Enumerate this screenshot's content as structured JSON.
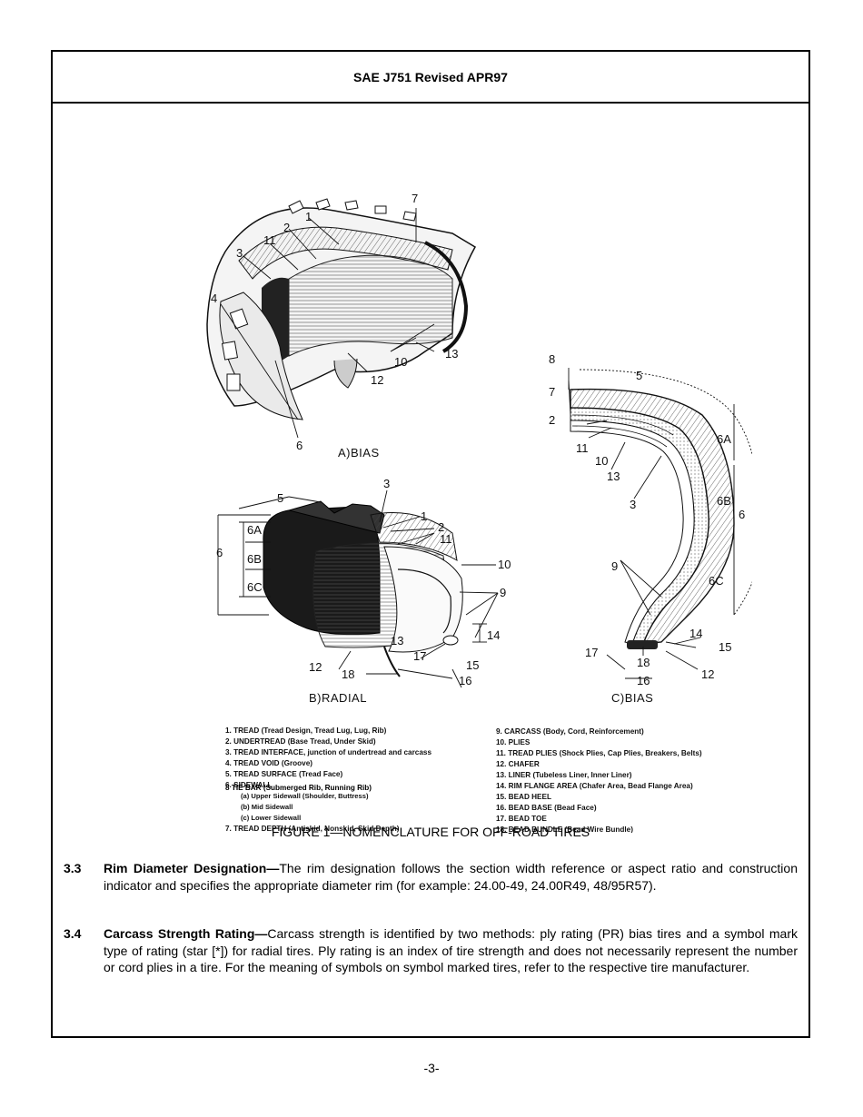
{
  "header": {
    "title": "SAE J751 Revised APR97"
  },
  "figure": {
    "bias_a": {
      "caption": "A)BIAS",
      "callouts": [
        "7",
        "1",
        "2",
        "11",
        "3",
        "4",
        "10",
        "12",
        "13",
        "6"
      ]
    },
    "radial_b": {
      "caption": "B)RADIAL",
      "callouts": [
        "5",
        "3",
        "1",
        "2",
        "11",
        "6A",
        "6",
        "6B",
        "6C",
        "10",
        "9",
        "14",
        "13",
        "17",
        "15",
        "16",
        "12",
        "18"
      ]
    },
    "bias_c": {
      "caption": "C)BIAS",
      "callouts": [
        "8",
        "5",
        "7",
        "2",
        "11",
        "10",
        "13",
        "3",
        "6A",
        "6B",
        "6",
        "9",
        "6C",
        "14",
        "15",
        "17",
        "18",
        "16",
        "12"
      ]
    },
    "legend_left": [
      "1.  TREAD (Tread Design, Tread Lug, Lug, Rib)",
      "2.  UNDERTREAD (Base Tread, Under Skid)",
      "3.  TREAD INTERFACE, junction of undertread and carcass",
      "4.  TREAD VOID (Groove)",
      "5.  TREAD SURFACE (Tread Face)",
      "6.  SIDEWALL",
      "(a)  Upper Sidewall (Shoulder, Buttress)",
      "(b)  Mid Sidewall",
      "(c)  Lower Sidewall",
      "7.  TREAD DEPTH (Antiskid, Nonskid, Skid Depth)",
      "8  TIE BAR (Submerged Rib, Running Rib)"
    ],
    "legend_right": [
      "9.  CARCASS (Body, Cord, Reinforcement)",
      "10.  PLIES",
      "11.  TREAD PLIES (Shock Plies, Cap Plies, Breakers, Belts)",
      "12.  CHAFER",
      "13.  LINER (Tubeless Liner, Inner Liner)",
      "14.  RIM FLANGE AREA (Chafer Area, Bead Flange Area)",
      "15.  BEAD HEEL",
      "16.  BEAD BASE (Bead Face)",
      "17.  BEAD TOE",
      "18.  BEAD BUNDLE (Bead Wire Bundle)"
    ],
    "caption": "FIGURE 1—NOMENCLATURE FOR OFF-ROAD TIRES"
  },
  "sections": [
    {
      "number": "3.3",
      "term": "Rim Diameter Designation—",
      "text": "The rim designation follows the section width reference or aspect ratio and construction indicator and specifies the appropriate diameter rim (for example: 24.00-49, 24.00R49, 48/95R57)."
    },
    {
      "number": "3.4",
      "term": "Carcass Strength Rating—",
      "text": "Carcass strength is identified by two methods:  ply rating (PR) bias tires and a symbol mark type of rating (star [*]) for radial tires.  Ply rating is an index of tire strength and does not necessarily represent the number or cord plies in a tire.  For the meaning of symbols on symbol marked tires, refer to the respective tire manufacturer."
    }
  ],
  "footer": {
    "page_number": "-3-"
  }
}
